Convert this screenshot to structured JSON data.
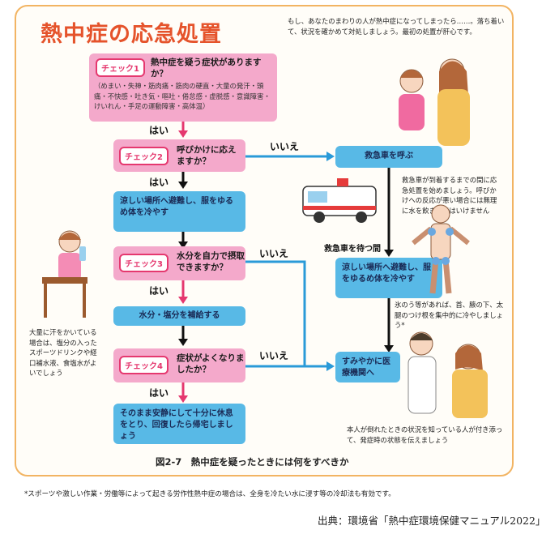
{
  "title": "熱中症の応急処置",
  "intro": "もし、あなたのまわりの人が熱中症になってしまったら……。落ち着いて、状況を確かめて対処しましょう。最初の処置が肝心です。",
  "check1": {
    "tag": "チェック1",
    "question": "熱中症を疑う症状がありますか？",
    "symptoms": "（めまい・失神・筋肉痛・筋肉の硬直・大量の発汗・頭痛・不快感・吐き気・嘔吐・倦怠感・虚脱感・意識障害・けいれん・手足の運動障害・高体温）"
  },
  "check2": {
    "tag": "チェック2",
    "question": "呼びかけに応えますか？"
  },
  "check3": {
    "tag": "チェック3",
    "question": "水分を自力で摂取できますか？"
  },
  "check4": {
    "tag": "チェック4",
    "question": "症状がよくなりましたか？"
  },
  "yes_label": "はい",
  "no_label": "いいえ",
  "actions": {
    "cool_left": "涼しい場所へ避難し、服をゆるめ体を冷やす",
    "hydrate": "水分・塩分を補給する",
    "rest": "そのまま安静にして十分に休息をとり、回復したら帰宅しましょう",
    "ambulance": "救急車を呼ぶ",
    "cool_right": "涼しい場所へ避難し、服をゆるめ体を冷やす",
    "hospital": "すみやかに医療機関へ"
  },
  "wait_label": "救急車を待つ間",
  "notes": {
    "ambulance_note": "救急車が到着するまでの間に応急処置を始めましょう。呼びかけへの反応が悪い場合には無理に水を飲ませてはいけません",
    "ice_note": "氷のう等があれば、首、腋の下、太腿のつけ根を集中的に冷やしましょう*",
    "drink_note": "大量に汗をかいている場合は、塩分の入ったスポーツドリンクや経口補水液、食塩水がよいでしょう",
    "hospital_note": "本人が倒れたときの状況を知っている人が付き添って、発症時の状態を伝えましょう"
  },
  "caption": "図2-7　熱中症を疑ったときには何をすべきか",
  "footnote": "*スポーツや激しい作業・労働等によって起きる労作性熱中症の場合は、全身を冷たい水に浸す等の冷却法も有効です。",
  "source": "出典：環境省「熱中症環境保健マニュアル2022」",
  "colors": {
    "title": "#e5532b",
    "pink": "#f4a9cb",
    "check_red": "#e5386f",
    "blue": "#58b9e6",
    "frame": "#f2b463"
  }
}
